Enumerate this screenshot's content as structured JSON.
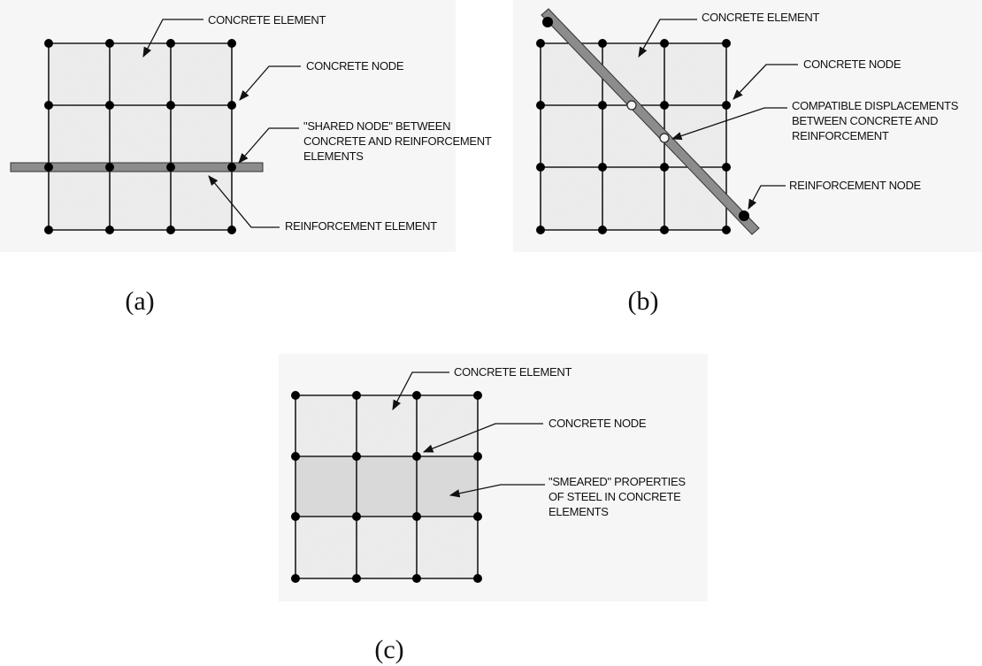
{
  "figures": [
    {
      "caption": "(a)",
      "labels": {
        "concrete_element": "CONCRETE ELEMENT",
        "concrete_node": "CONCRETE NODE",
        "shared_node": [
          "\"SHARED NODE\" BETWEEN",
          "CONCRETE AND REINFORCEMENT",
          "ELEMENTS"
        ],
        "reinforcement_element": "REINFORCEMENT ELEMENT"
      }
    },
    {
      "caption": "(b)",
      "labels": {
        "concrete_element": "CONCRETE ELEMENT",
        "concrete_node": "CONCRETE NODE",
        "compatible": [
          "COMPATIBLE DISPLACEMENTS",
          "BETWEEN CONCRETE AND",
          "REINFORCEMENT"
        ],
        "reinforcement_node": "REINFORCEMENT NODE"
      }
    },
    {
      "caption": "(c)",
      "labels": {
        "concrete_element": "CONCRETE ELEMENT",
        "concrete_node": "CONCRETE NODE",
        "smeared": [
          "\"SMEARED\" PROPERTIES",
          "OF STEEL IN CONCRETE",
          "ELEMENTS"
        ]
      }
    }
  ],
  "colors": {
    "concrete_fill": "#ebebeb",
    "smeared_fill": "#d9d9d9",
    "rebar_fill": "#8c8c8c",
    "node": "#000000",
    "panel_background": "#f5f5f5"
  }
}
